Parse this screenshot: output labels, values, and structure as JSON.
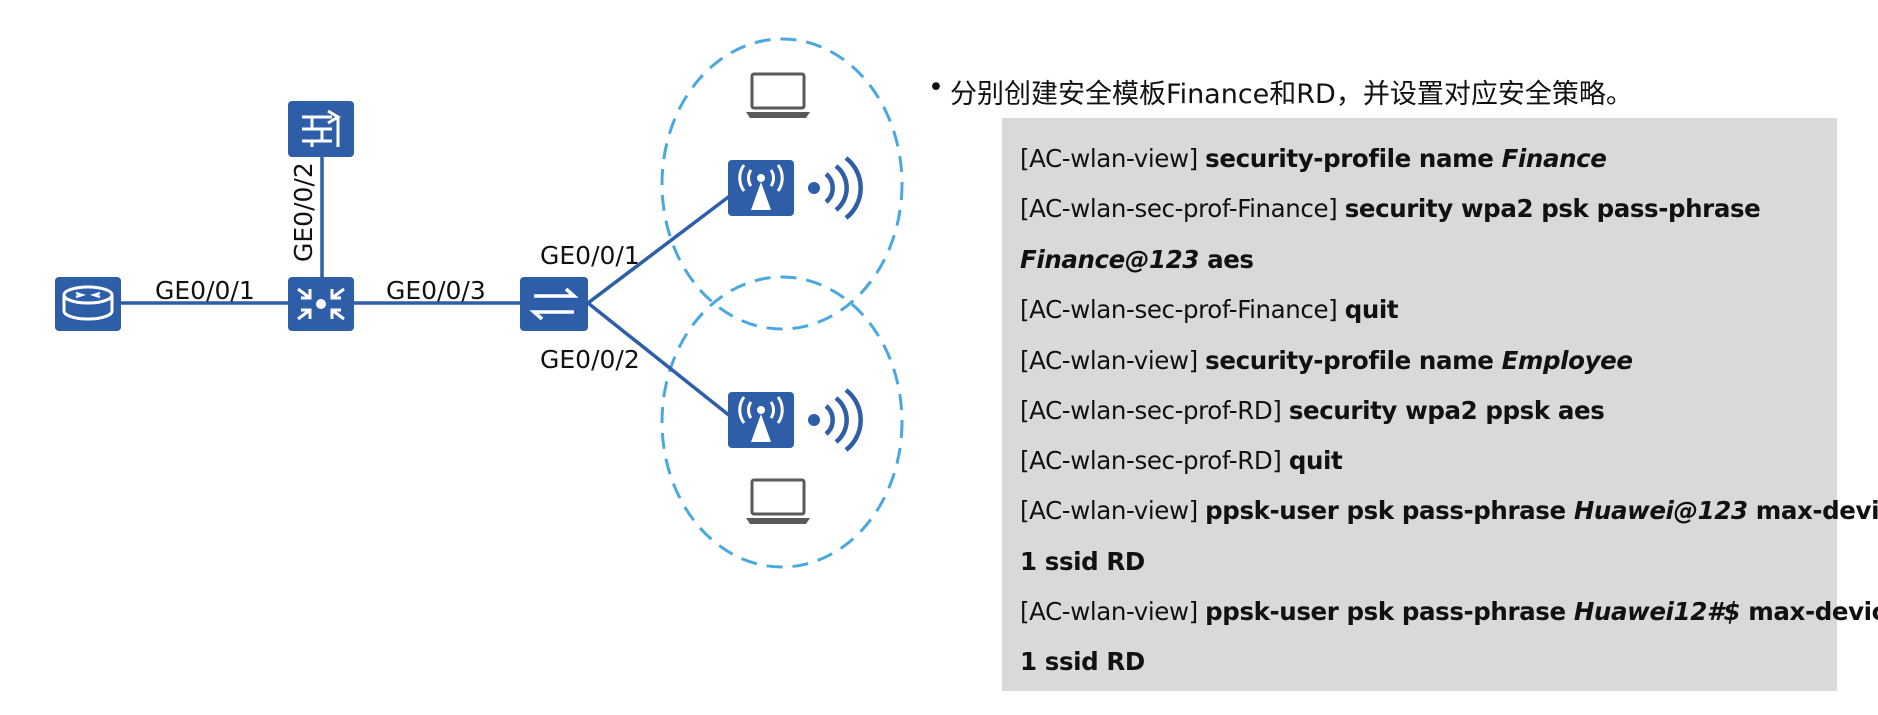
{
  "topology": {
    "links": {
      "router_core": "GE0/0/1",
      "core_fw": "GE0/0/2",
      "core_ac": "GE0/0/3",
      "ac_ap1": "GE0/0/1",
      "ac_ap2": "GE0/0/2"
    },
    "devices": [
      "router-icon",
      "firewall-icon",
      "core-switch-icon",
      "access-controller-icon",
      "access-point-icon",
      "access-point-icon",
      "laptop-icon",
      "laptop-icon"
    ]
  },
  "instruction": {
    "bullet": "•",
    "text": "分别创建安全模板Finance和RD，并设置对应安全策略。"
  },
  "code": {
    "lines": [
      [
        {
          "t": "[AC-wlan-view] ",
          "s": "p"
        },
        {
          "t": "security-profile name ",
          "s": "k"
        },
        {
          "t": "Finance",
          "s": "v"
        }
      ],
      [
        {
          "t": "[AC-wlan-sec-prof-Finance] ",
          "s": "p"
        },
        {
          "t": "security wpa2 psk pass-phrase",
          "s": "k"
        }
      ],
      [
        {
          "t": "Finance@123",
          "s": "v"
        },
        {
          "t": " aes",
          "s": "k"
        }
      ],
      [
        {
          "t": "[AC-wlan-sec-prof-Finance] ",
          "s": "p"
        },
        {
          "t": "quit",
          "s": "k"
        }
      ],
      [
        {
          "t": "[AC-wlan-view] ",
          "s": "p"
        },
        {
          "t": "security-profile name ",
          "s": "k"
        },
        {
          "t": "Employee",
          "s": "v"
        }
      ],
      [
        {
          "t": "[AC-wlan-sec-prof-RD] ",
          "s": "p"
        },
        {
          "t": "security wpa2 ppsk aes",
          "s": "k"
        }
      ],
      [
        {
          "t": "[AC-wlan-sec-prof-RD] ",
          "s": "p"
        },
        {
          "t": "quit",
          "s": "k"
        }
      ],
      [
        {
          "t": "[AC-wlan-view] ",
          "s": "p"
        },
        {
          "t": "ppsk-user psk pass-phrase ",
          "s": "k"
        },
        {
          "t": "Huawei@123",
          "s": "v"
        },
        {
          "t": " max-device",
          "s": "k"
        }
      ],
      [
        {
          "t": "1 ssid RD",
          "s": "k"
        }
      ],
      [
        {
          "t": "[AC-wlan-view] ",
          "s": "p"
        },
        {
          "t": "ppsk-user psk pass-phrase ",
          "s": "k"
        },
        {
          "t": "Huawei12#$",
          "s": "v"
        },
        {
          "t": " max-device",
          "s": "k"
        }
      ],
      [
        {
          "t": "1 ssid RD",
          "s": "k"
        }
      ]
    ]
  },
  "colors": {
    "device": "#2e5ea8",
    "link": "#2e5ea8",
    "coverage": "#4aa8e0",
    "code_bg": "#d9d9d9"
  }
}
